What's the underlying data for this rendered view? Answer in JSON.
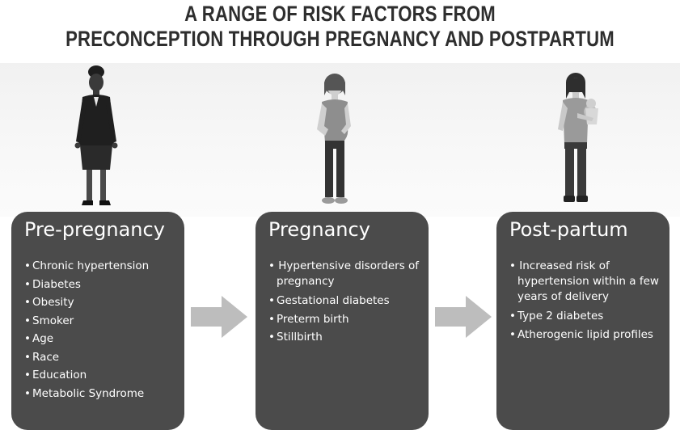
{
  "title": {
    "line1": "A RANGE OF RISK FACTORS FROM",
    "line2": "PRECONCEPTION THROUGH PREGNANCY AND POSTPARTUM"
  },
  "stages": [
    {
      "heading": "Pre-pregnancy",
      "items": [
        "Chronic hypertension",
        "Diabetes",
        "Obesity",
        "Smoker",
        "Age",
        "Race",
        "Education",
        "Metabolic Syndrome"
      ]
    },
    {
      "heading": "Pregnancy",
      "items": [
        "Hypertensive disorders of pregnancy",
        "Gestational diabetes",
        "Preterm birth",
        "Stillbirth"
      ]
    },
    {
      "heading": "Post-partum",
      "items": [
        "Increased risk of hypertension within a few years of delivery",
        "Type 2 diabetes",
        "Atherogenic lipid profiles"
      ]
    }
  ],
  "colors": {
    "card": "#4b4b4b",
    "arrow": "#bdbdbd",
    "text": "#ffffff"
  }
}
